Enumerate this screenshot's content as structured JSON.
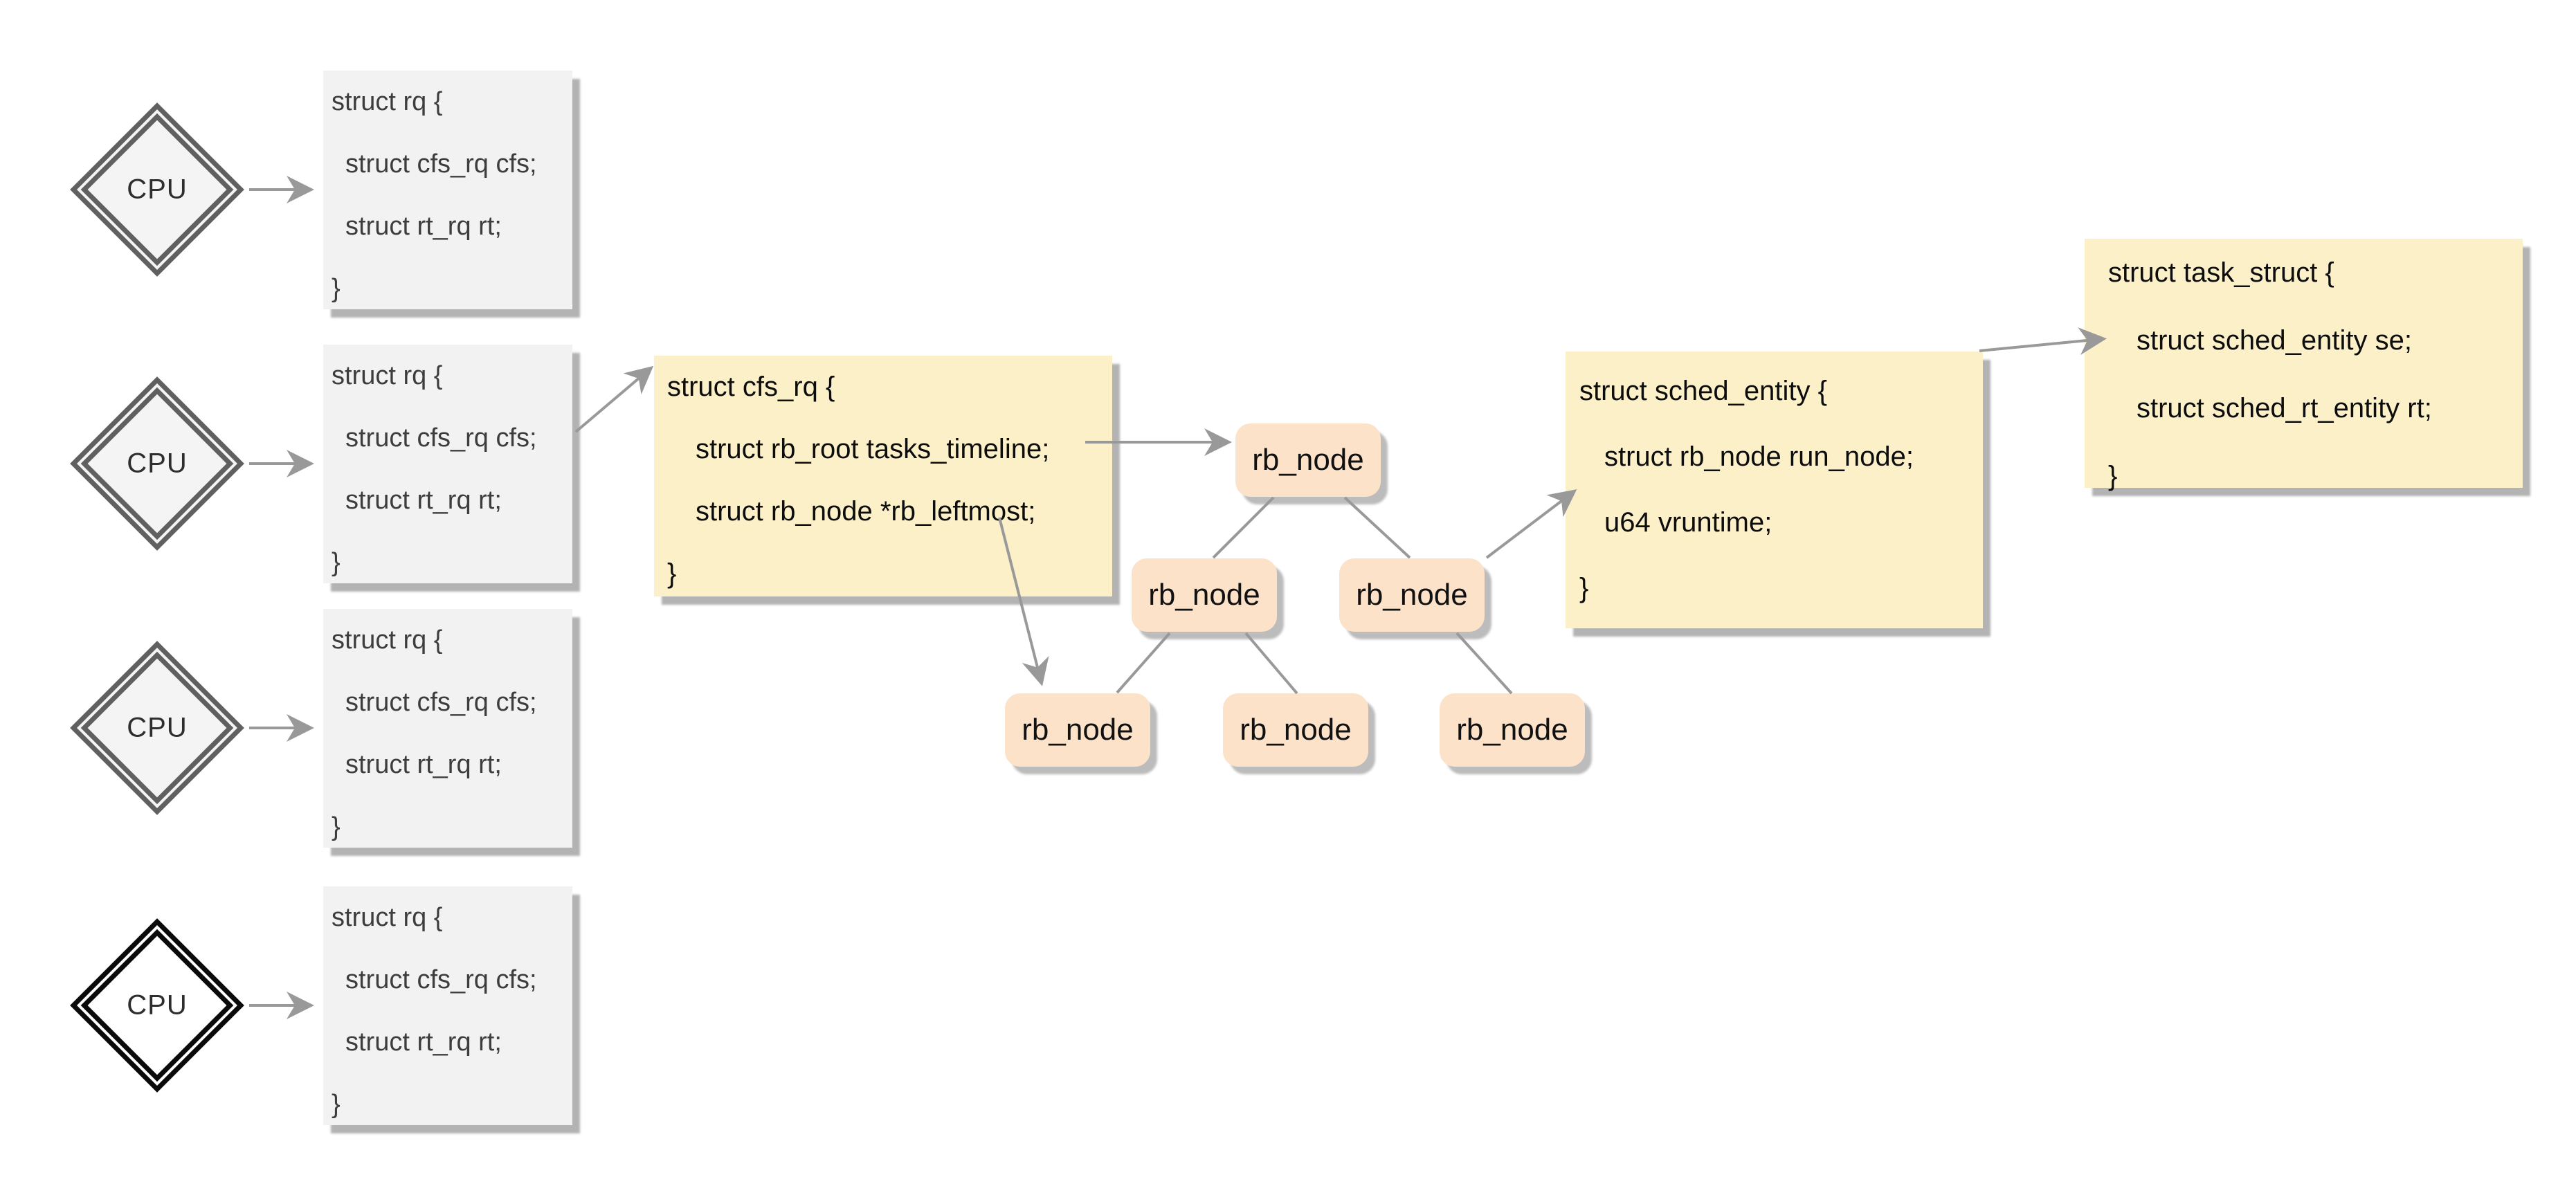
{
  "cpus": [
    {
      "label": "CPU",
      "style": "gray-double-border"
    },
    {
      "label": "CPU",
      "style": "gray-double-border"
    },
    {
      "label": "CPU",
      "style": "gray-double-border"
    },
    {
      "label": "CPU",
      "style": "black-double-border"
    }
  ],
  "rq_box": {
    "lines": [
      "struct rq {",
      "struct cfs_rq cfs;",
      "struct rt_rq rt;",
      "}"
    ]
  },
  "cfs_rq_box": {
    "lines": [
      "struct cfs_rq {",
      "struct rb_root tasks_timeline;",
      "struct rb_node *rb_leftmost;",
      "}"
    ]
  },
  "sched_entity_box": {
    "lines": [
      "struct sched_entity {",
      "struct rb_node run_node;",
      "u64 vruntime;",
      "}"
    ]
  },
  "task_struct_box": {
    "lines": [
      "struct task_struct {",
      "struct sched_entity se;",
      "struct sched_rt_entity rt;",
      "}"
    ]
  },
  "rb_tree": {
    "node_label": "rb_node",
    "node_count": 6,
    "edges": [
      "root -> left-child",
      "root -> right-child",
      "left-child -> bottom-left",
      "left-child -> bottom-middle",
      "right-child -> bottom-right"
    ],
    "pointer_arrows": [
      "cfs_rq.tasks_timeline -> root rb_node",
      "cfs_rq.rb_leftmost -> bottom-left rb_node",
      "right-child rb_node -> sched_entity.run_node",
      "sched_entity -> task_struct.se",
      "each CPU -> struct rq",
      "rq(cpu2).cfs -> struct cfs_rq"
    ]
  },
  "colors": {
    "background": "#ffffff",
    "gray_struct_box": "#f2f2f2",
    "yellow_struct_box": "#fcf0c9",
    "rb_node_fill": "#fce2c8",
    "box_shadow": "#b3b3b3",
    "connector": "#999999",
    "diamond_border": "#606060",
    "diamond_border_last": "#0a0a0a",
    "gray_box_text": "#3d3d3d",
    "yellow_box_text": "#0d0d0d"
  }
}
